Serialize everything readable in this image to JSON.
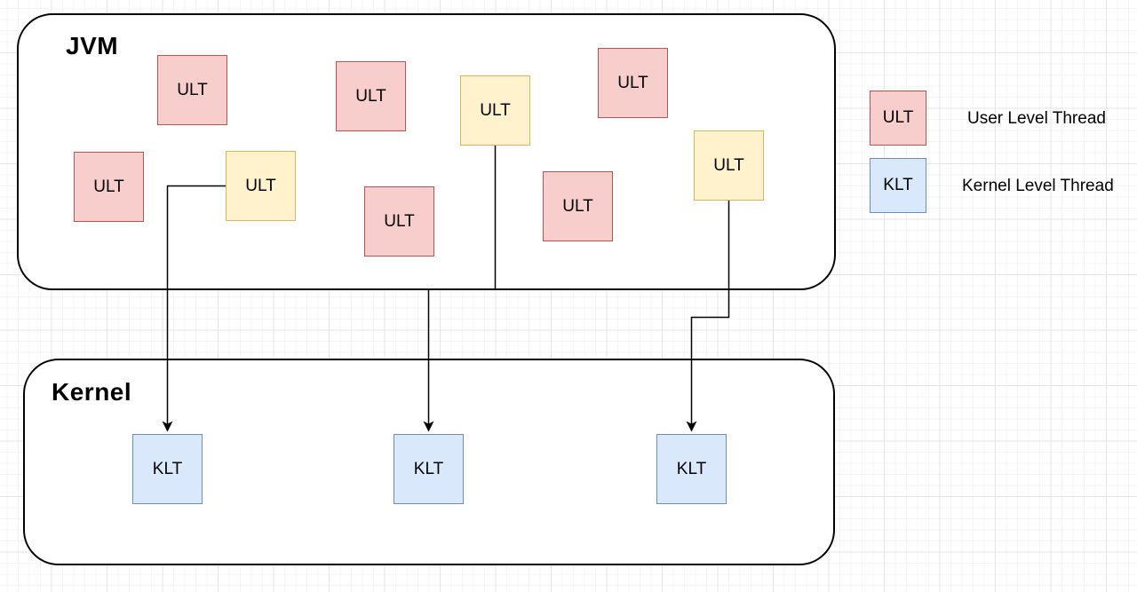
{
  "jvm": {
    "title": "JVM",
    "threads": [
      {
        "label": "ULT",
        "kind": "user"
      },
      {
        "label": "ULT",
        "kind": "user"
      },
      {
        "label": "ULT",
        "kind": "mapped"
      },
      {
        "label": "ULT",
        "kind": "user"
      },
      {
        "label": "ULT",
        "kind": "user"
      },
      {
        "label": "ULT",
        "kind": "mapped"
      },
      {
        "label": "ULT",
        "kind": "user"
      },
      {
        "label": "ULT",
        "kind": "user"
      },
      {
        "label": "ULT",
        "kind": "mapped"
      }
    ]
  },
  "kernel": {
    "title": "Kernel",
    "threads": [
      {
        "label": "KLT"
      },
      {
        "label": "KLT"
      },
      {
        "label": "KLT"
      }
    ]
  },
  "legend": {
    "items": [
      {
        "swatch": "ULT",
        "label": "User Level Thread"
      },
      {
        "swatch": "KLT",
        "label": "Kernel Level Thread"
      }
    ]
  },
  "colors": {
    "user_thread_fill": "#f8cecc",
    "user_thread_border": "#b85450",
    "mapped_thread_fill": "#fff2cc",
    "mapped_thread_border": "#d6b656",
    "kernel_thread_fill": "#dae8fc",
    "kernel_thread_border": "#6c8ebf",
    "connector": "#000000"
  }
}
